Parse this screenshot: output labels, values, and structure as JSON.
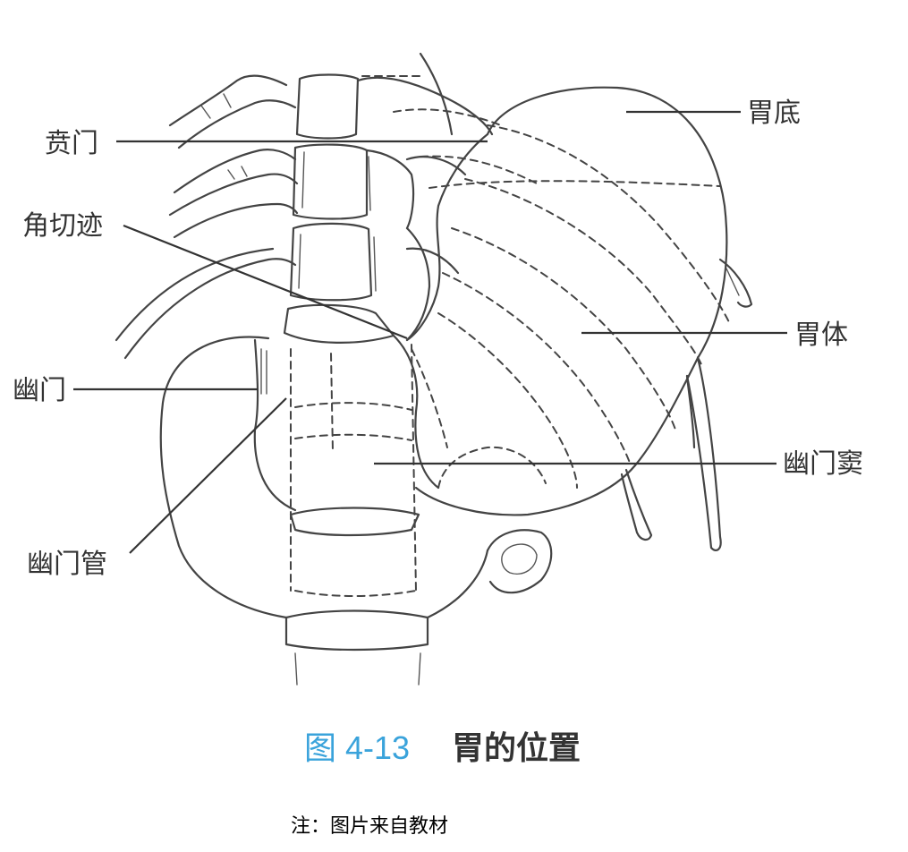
{
  "labels": {
    "cardia": "贲门",
    "angular_incisure": "角切迹",
    "pylorus": "幽门",
    "pyloric_canal": "幽门管",
    "fundus": "胃底",
    "body": "胃体",
    "pyloric_antrum": "幽门窦"
  },
  "caption": {
    "number": "图 4-13",
    "title": "胃的位置"
  },
  "note": "注：图片来自教材",
  "colors": {
    "caption_number": "#3aa3db",
    "line": "#444444"
  }
}
